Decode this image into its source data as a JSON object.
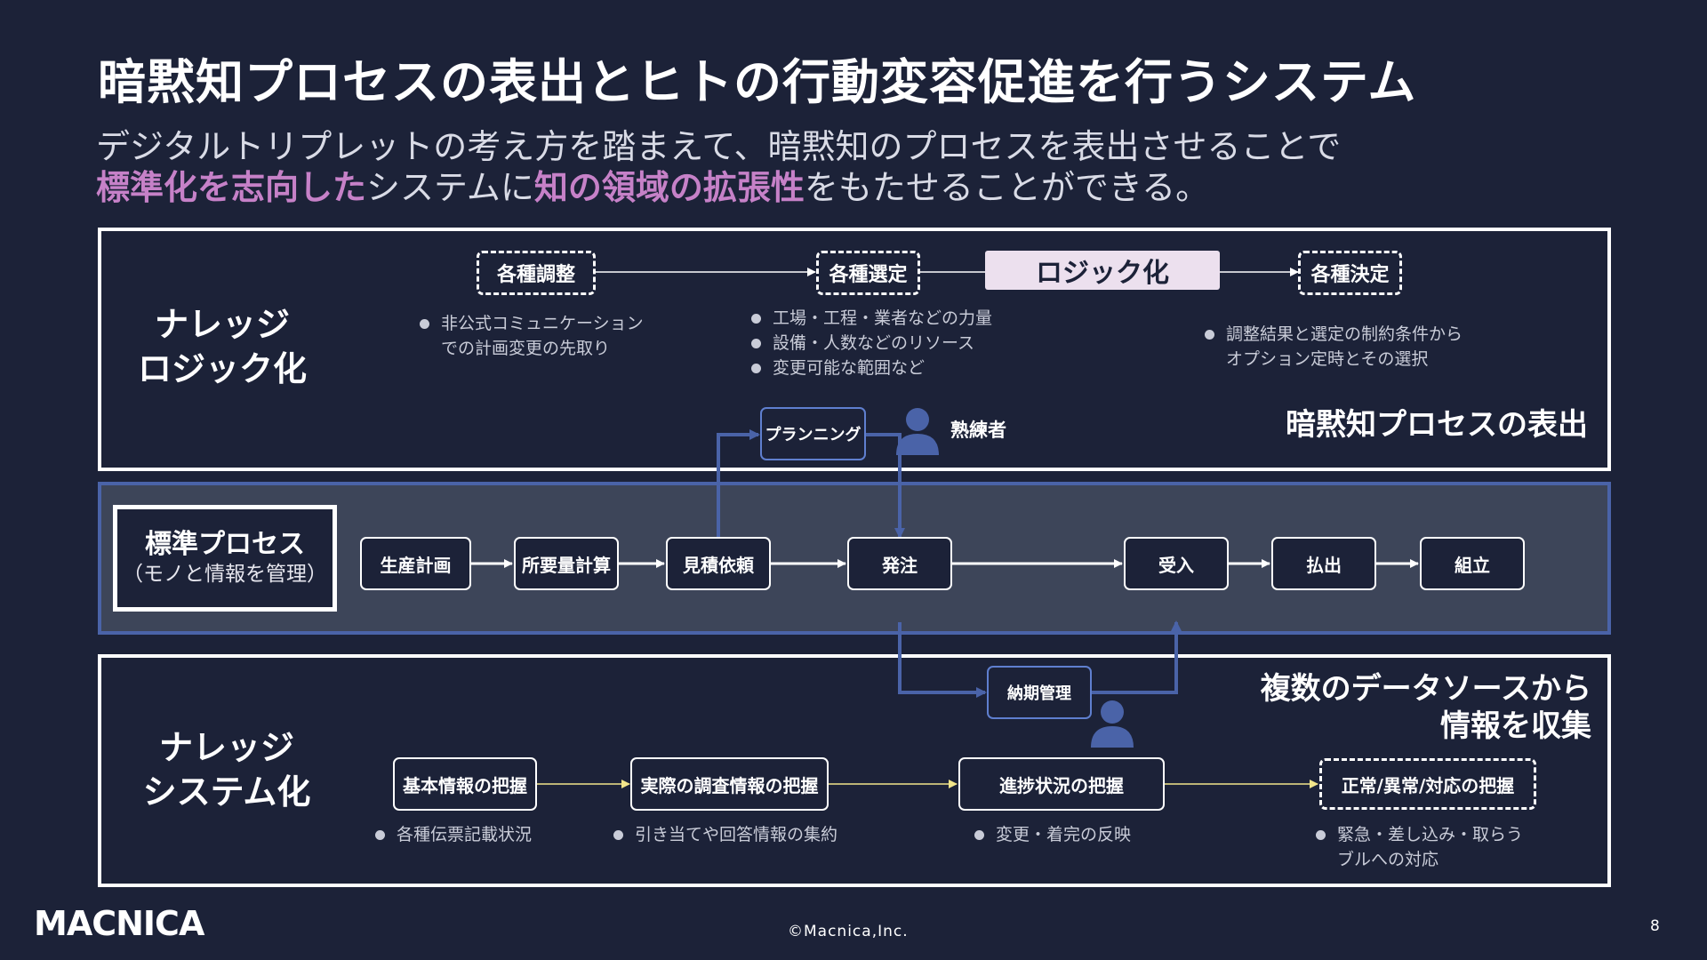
{
  "title": "暗黙知プロセスの表出とヒトの行動変容促進を行うシステム",
  "subtitle": {
    "line1": "デジタルトリプレットの考え方を踏まえて、暗黙知のプロセスを表出させることで",
    "line2_hl1": "標準化を志向した",
    "line2_mid": "システムに",
    "line2_hl2": "知の領域の拡張性",
    "line2_end": "をもたせることができる。"
  },
  "top_panel": {
    "label_line1": "ナレッジ",
    "label_line2": "ロジック化",
    "corner": "暗黙知プロセスの表出",
    "boxes": {
      "adjust": "各種調整",
      "select": "各種選定",
      "logic": "ロジック化",
      "decide": "各種決定"
    },
    "notes_adjust": [
      "非公式コミュニケーション",
      "での計画変更の先取り"
    ],
    "notes_select": [
      "工場・工程・業者などの力量",
      "設備・人数などのリソース",
      "変更可能な範囲など"
    ],
    "notes_decide": [
      "調整結果と選定の制約条件から",
      "オプション定時とその選択"
    ],
    "planning": "プランニング",
    "expert": "熟練者"
  },
  "mid_panel": {
    "std_title": "標準プロセス",
    "std_sub": "（モノと情報を管理）",
    "steps": [
      "生産計画",
      "所要量計算",
      "見積依頼",
      "発注",
      "受入",
      "払出",
      "組立"
    ],
    "delivery": "納期管理"
  },
  "bottom_panel": {
    "label_line1": "ナレッジ",
    "label_line2": "システム化",
    "corner_line1": "複数のデータソースから",
    "corner_line2": "情報を収集",
    "boxes": [
      "基本情報の把握",
      "実際の調査情報の把握",
      "進捗状況の把握",
      "正常/異常/対応の把握"
    ],
    "notes": [
      [
        "各種伝票記載状況"
      ],
      [
        "引き当てや回答情報の集約"
      ],
      [
        "変更・着完の反映"
      ],
      [
        "緊急・差し込み・取らう",
        "ブルへの対応"
      ]
    ]
  },
  "footer": {
    "logo": "MACNICA",
    "copyright": "©Macnica,Inc.",
    "page": "8"
  },
  "colors": {
    "background": "#1c2238",
    "highlight": "#c681c8",
    "accent_blue": "#4a63a8",
    "arrow_yellow": "#f2e58a"
  }
}
